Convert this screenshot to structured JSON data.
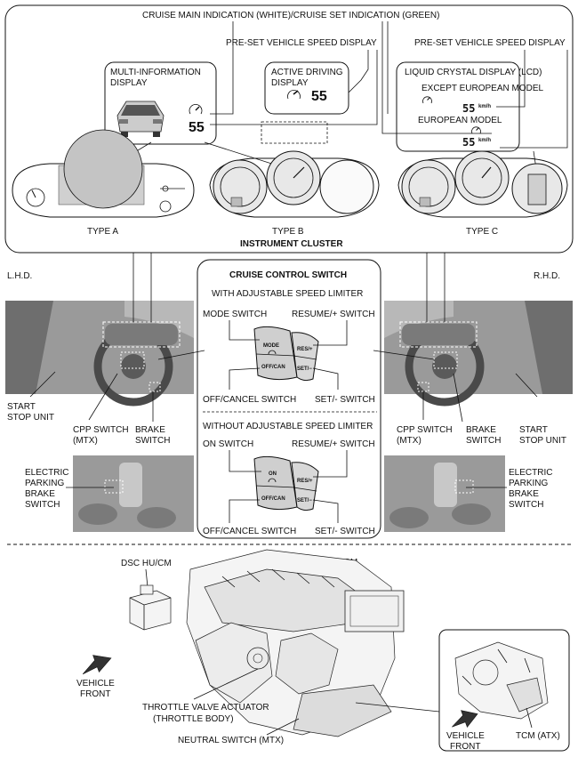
{
  "labels": {
    "cruise_main": "CRUISE MAIN INDICATION (WHITE)/CRUISE SET INDICATION (GREEN)",
    "preset_speed_a": "PRE-SET VEHICLE SPEED DISPLAY",
    "preset_speed_c": "PRE-SET VEHICLE SPEED DISPLAY",
    "mid_line1": "MULTI-INFORMATION",
    "mid_line2": "DISPLAY",
    "speed_value_a": "55",
    "add_line1": "ACTIVE DRIVING",
    "add_line2": "DISPLAY",
    "speed_value_b": "55",
    "lcd_title": "LIQUID CRYSTAL DISPLAY (LCD)",
    "lcd_except_eu": "EXCEPT EUROPEAN MODEL",
    "lcd_eu": "EUROPEAN MODEL",
    "lcd_speed": "55",
    "lcd_unit": "km/h",
    "type_a": "TYPE A",
    "type_b": "TYPE B",
    "type_c": "TYPE C",
    "instrument_cluster": "INSTRUMENT CLUSTER",
    "lhd": "L.H.D.",
    "rhd": "R.H.D.",
    "ccs_title": "CRUISE CONTROL SWITCH",
    "with_asl": "WITH ADJUSTABLE SPEED LIMITER",
    "mode_switch": "MODE SWITCH",
    "resume_switch_1": "RESUME/+ SWITCH",
    "off_cancel_1": "OFF/CANCEL SWITCH",
    "set_switch_1": "SET/- SWITCH",
    "without_asl": "WITHOUT ADJUSTABLE SPEED LIMITER",
    "on_switch": "ON SWITCH",
    "resume_switch_2": "RESUME/+ SWITCH",
    "off_cancel_2": "OFF/CANCEL SWITCH",
    "set_switch_2": "SET/- SWITCH",
    "btn_mode": "MODE",
    "btn_on": "ON",
    "btn_offcan": "OFF/CAN",
    "btn_res": "RES/+",
    "btn_set": "SET/−",
    "start_stop_l1": "START",
    "start_stop_l2": "STOP UNIT",
    "cpp_l1": "CPP SWITCH",
    "cpp_l2": "(MTX)",
    "brake_l1": "BRAKE",
    "brake_l2": "SWITCH",
    "epb_l1": "ELECTRIC",
    "epb_l2": "PARKING",
    "epb_l3": "BRAKE",
    "epb_l4": "SWITCH",
    "dsc": "DSC HU/CM",
    "pcm": "PCM",
    "vehicle_front_l1": "VEHICLE",
    "vehicle_front_l2": "FRONT",
    "throttle_l1": "THROTTLE VALVE ACTUATOR",
    "throttle_l2": "(THROTTLE BODY)",
    "neutral": "NEUTRAL SWITCH (MTX)",
    "tcm": "TCM (ATX)"
  },
  "icons": [
    "cruise-main-icon",
    "car-rear-icon",
    "vehicle-front-arrow-icon"
  ]
}
